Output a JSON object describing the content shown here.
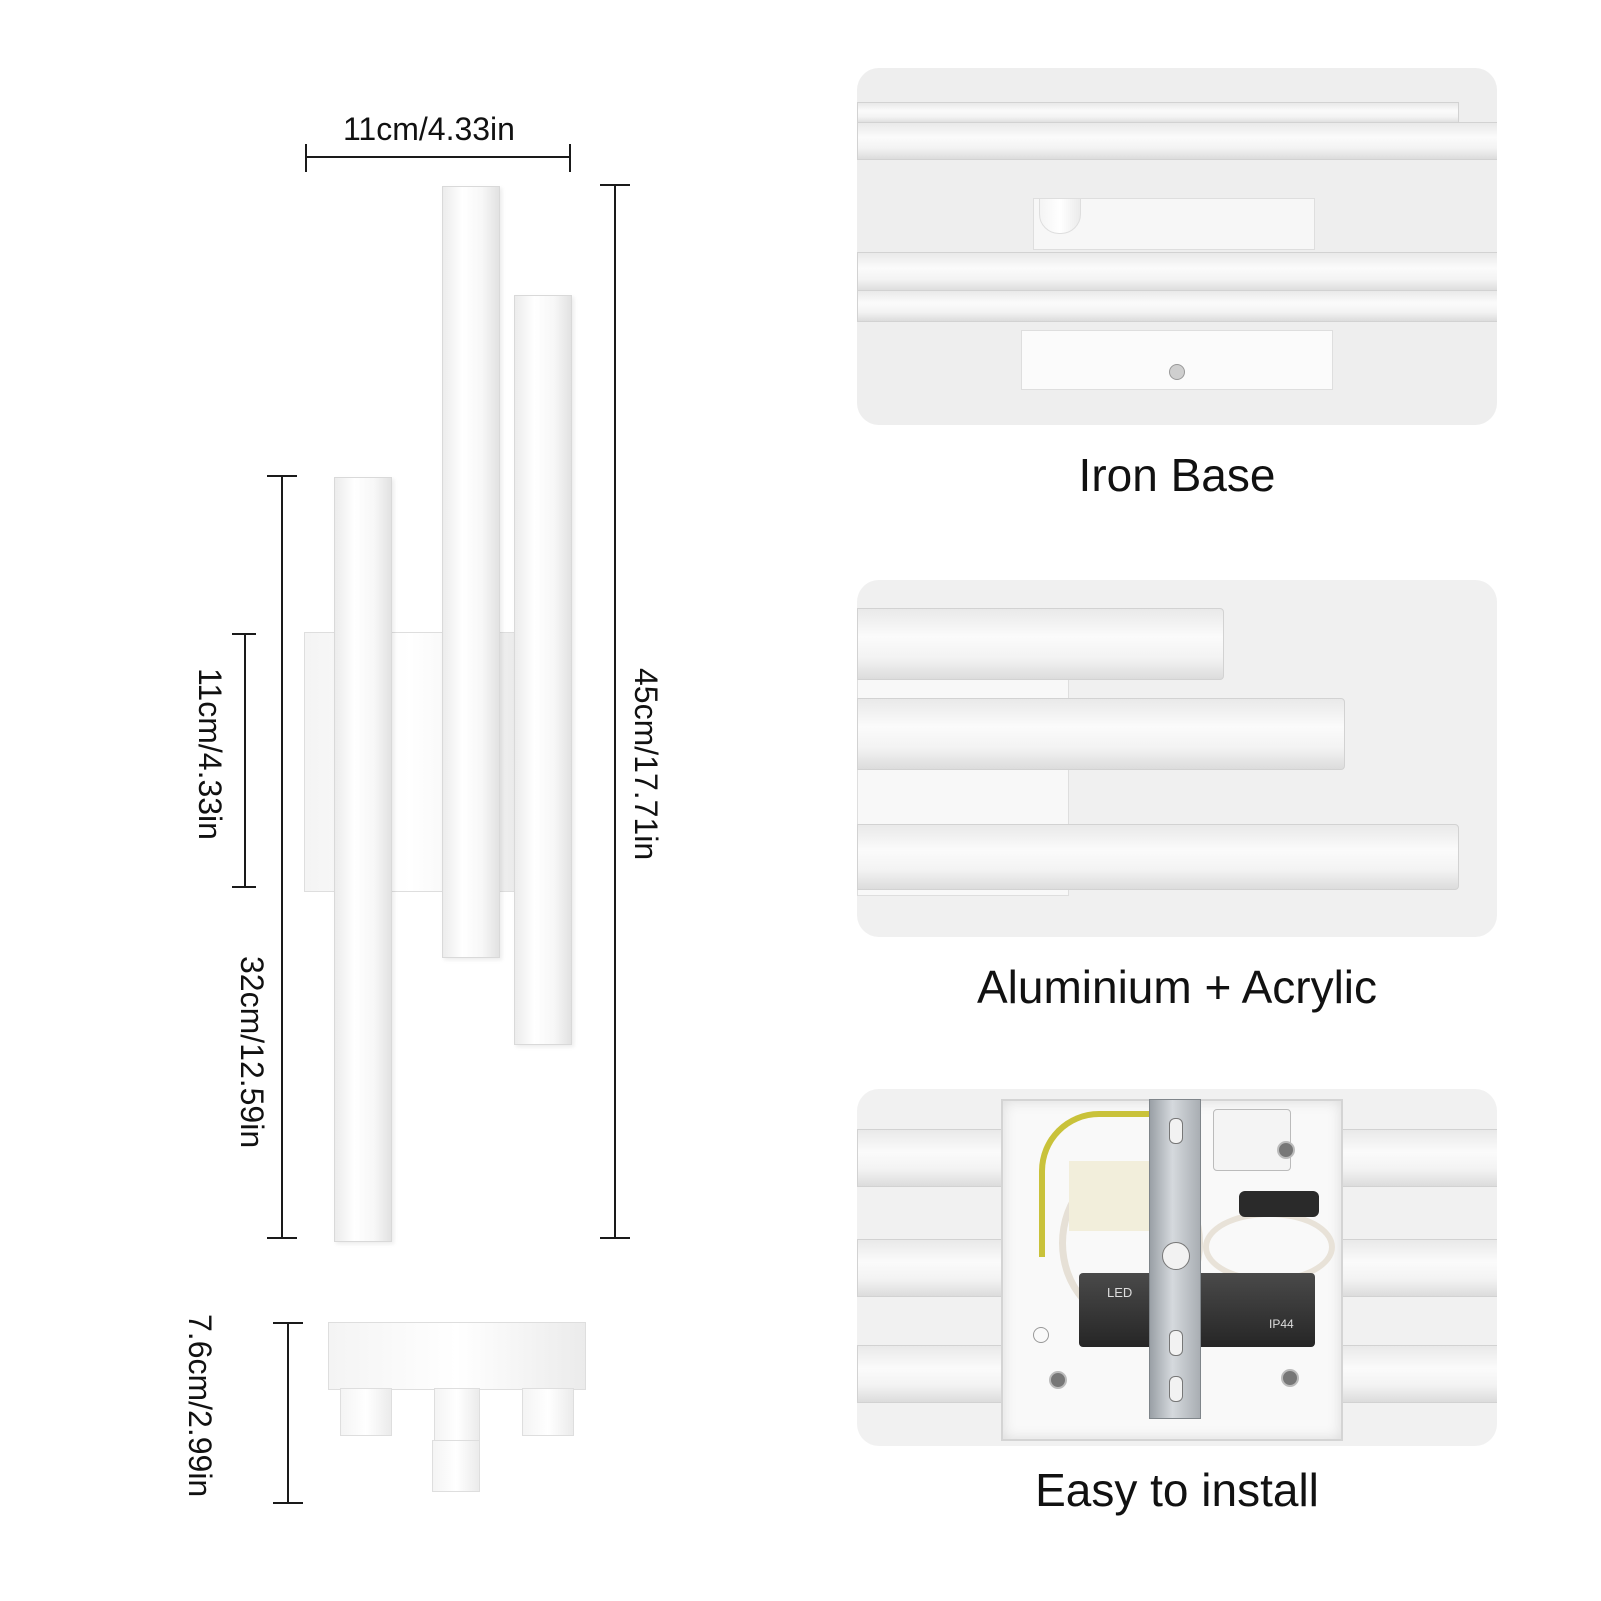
{
  "dimensions": {
    "top_width": "11cm/4.33in",
    "base_height": "11cm/4.33in",
    "left_bar_height": "32cm/12.59in",
    "total_height": "45cm/17.71in",
    "depth": "7.6cm/2.99in"
  },
  "features": [
    {
      "caption": "Iron Base"
    },
    {
      "caption": "Aluminium + Acrylic"
    },
    {
      "caption": "Easy to install"
    }
  ],
  "driver_label": {
    "line1": "LED",
    "rating": "IP44"
  },
  "colors": {
    "product": "#ffffff",
    "photo_bg": "#f2f2f2",
    "dimension_lines": "#1a1a1a"
  }
}
